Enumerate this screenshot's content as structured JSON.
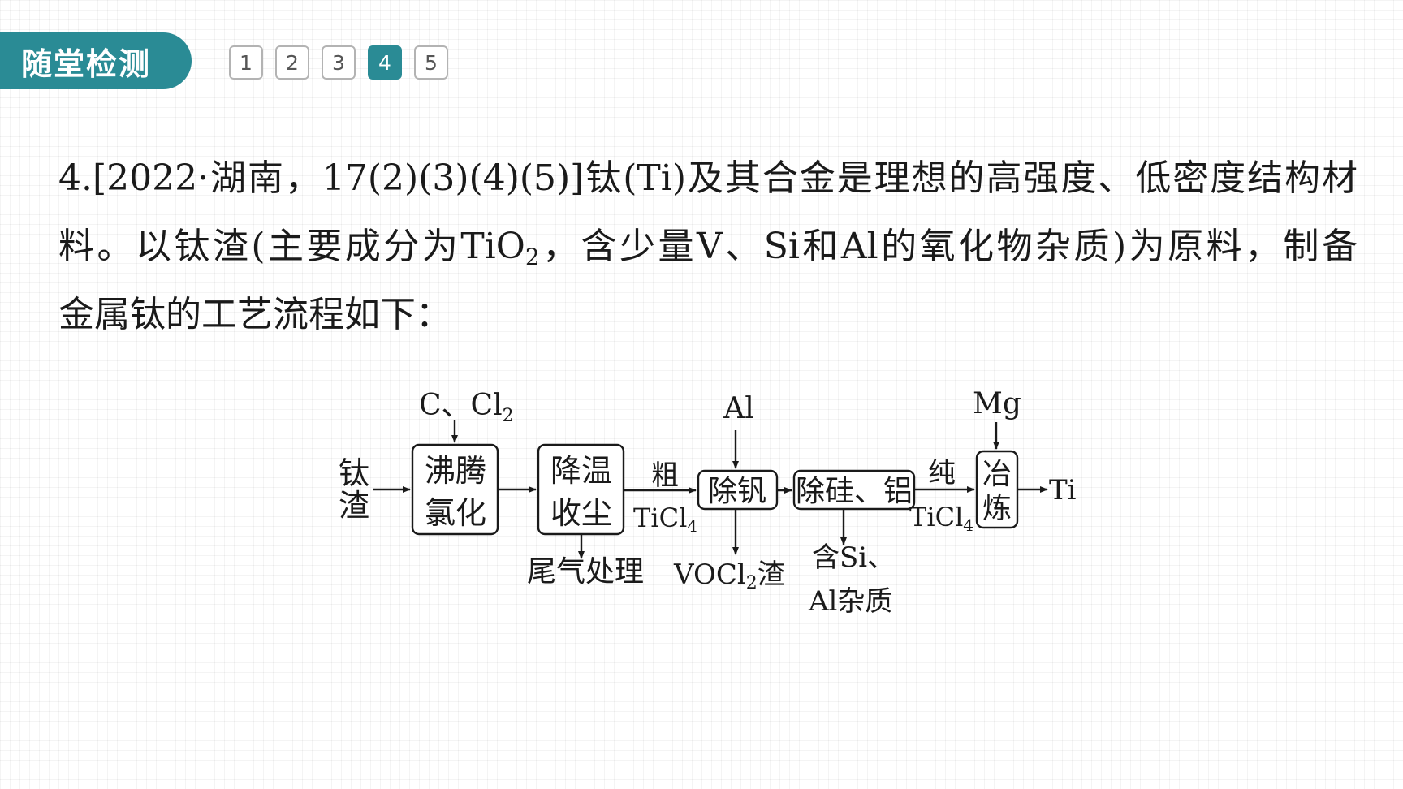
{
  "header": {
    "section_title": "随堂检测"
  },
  "pager": {
    "pages": [
      "1",
      "2",
      "3",
      "4",
      "5"
    ],
    "active_index": 3
  },
  "question": {
    "line1": "4.[2022·湖南，17(2)(3)(4)(5)]钛(Ti)及其合金是理想的高强度、低密度结构材",
    "line2_a": "料。以钛渣(主要成分为TiO",
    "line2_sub": "2",
    "line2_b": "，含少量V、Si和Al的氧化物杂质)为原料，制备",
    "line3": "金属钛的工艺流程如下："
  },
  "flowchart": {
    "raw_material_1": "钛",
    "raw_material_2": "渣",
    "reagent_1": "C、Cl",
    "reagent_1_sub": "2",
    "box1_line1": "沸腾",
    "box1_line2": "氯化",
    "box2_line1": "降温",
    "box2_line2": "收尘",
    "exhaust": "尾气处理",
    "crude_label": "粗",
    "crude_product": "TiCl",
    "crude_product_sub": "4",
    "reagent_2": "Al",
    "box3": "除钒",
    "byproduct_1a": "VOCl",
    "byproduct_1_sub": "2",
    "byproduct_1b": "渣",
    "box4": "除硅、铝",
    "byproduct_2_line1": "含Si、",
    "byproduct_2_line2": "Al杂质",
    "pure_label": "纯",
    "pure_product": "TiCl",
    "pure_product_sub": "4",
    "reagent_3": "Mg",
    "box5_line1": "冶",
    "box5_line2": "炼",
    "final_product": "Ti"
  }
}
